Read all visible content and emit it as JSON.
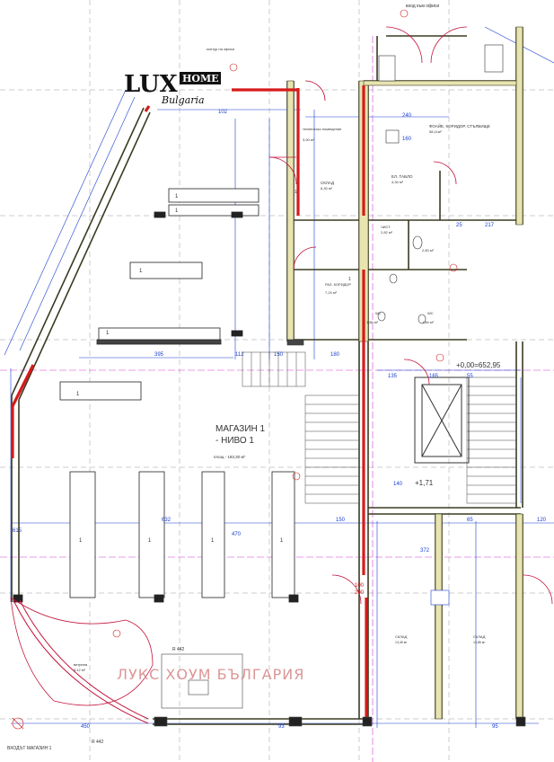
{
  "logo": {
    "lux": "LUX",
    "home": "HOME",
    "tagline": "Bulgaria"
  },
  "labels": {
    "entrance_top": "вход към офиси",
    "corridor": "контур на офиси",
    "foyer": "ФОАЙЕ, КОРИДОР, СТЪЛБИЩЕ",
    "foyer_area": "58,11м²",
    "tech_room": "техническо помещение",
    "tech_area": "3,90 м²",
    "storage1": "СКЛАД",
    "storage1_area": "6,30 м²",
    "el_panel": "ЕЛ. ТАБЛО",
    "el_panel_area": "4,34 м²",
    "clean": "ЧИСТ.",
    "clean_area": "2,82 м²",
    "wc1_area": "2,60 м²",
    "lobby": "РАЗ. КОРИДОР",
    "lobby_area": "7,24 м²",
    "wc2": "WC",
    "wc2_area": "1,80 м²",
    "wc3": "WC",
    "wc3_area": "1,84 м²",
    "shop": "МАГАЗИН 1",
    "level": "- НИВО 1",
    "shop_area": "площ - 193,30 м²",
    "level_mark": "+0,00=652,95",
    "level_mark2": "+1,71",
    "storage2": "СКЛАД",
    "storage2_area": "13,45 м²",
    "storage3": "СКЛАД",
    "storage3_area": "13,85 м²",
    "vitrine": "витрина",
    "vitrine_area": "8,12 м²",
    "entrance_shop": "ВХОДЪТ МАГАЗИН 1",
    "watermark": "ЛУКС ХОУМ БЪЛГАРИЯ",
    "radius1": "R 442",
    "radius2": "R 442"
  },
  "dimensions": [
    "102",
    "395",
    "112",
    "150",
    "180",
    "615",
    "632",
    "160",
    "240",
    "217",
    "25",
    "135",
    "165",
    "55",
    "140",
    "470",
    "372",
    "450",
    "93",
    "95",
    "100",
    "200",
    "150",
    "120",
    "65"
  ],
  "fixtures": [
    "1",
    "1",
    "1",
    "1",
    "1",
    "1",
    "1",
    "1",
    "1",
    "1",
    "1"
  ]
}
